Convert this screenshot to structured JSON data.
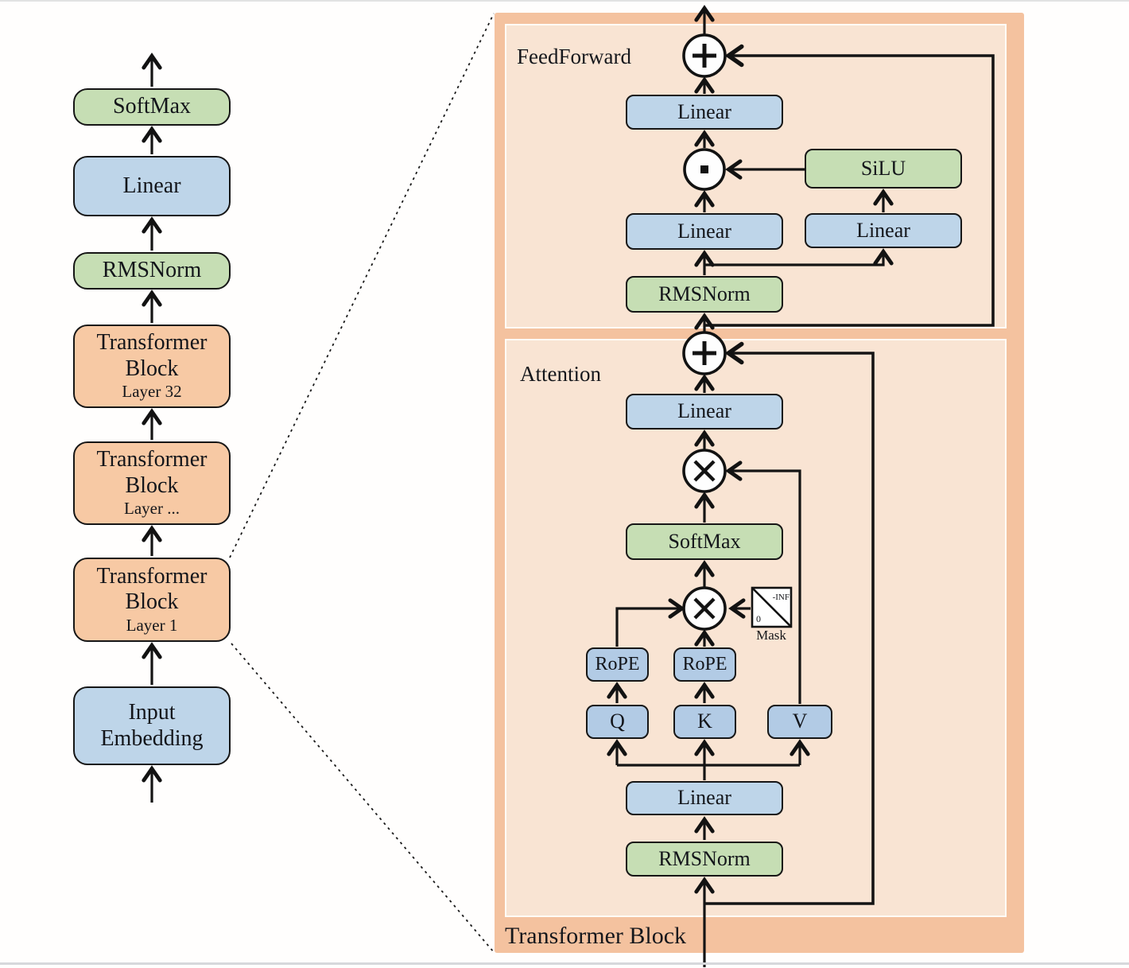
{
  "colors": {
    "box_blue": "#bed5e9",
    "box_blue_small": "#b2cbe5",
    "box_green": "#c6deb4",
    "box_orange": "#f7c9a4",
    "panel_outer": "#f4c29f",
    "panel_inner": "#f9e4d3",
    "line": "#141414"
  },
  "left_stack": {
    "top_softmax": "SoftMax",
    "top_linear": "Linear",
    "top_rmsnorm": "RMSNorm",
    "block_32": {
      "title": "Transformer Block",
      "layer": "Layer 32"
    },
    "block_mid": {
      "title": "Transformer Block",
      "layer": "Layer ..."
    },
    "block_1": {
      "title": "Transformer Block",
      "layer": "Layer 1"
    },
    "input_embedding": "Input Embedding"
  },
  "detail": {
    "panel_label": "Transformer Block",
    "feedforward": {
      "label": "FeedForward",
      "linear_out": "Linear",
      "silu": "SiLU",
      "linear_left": "Linear",
      "linear_right": "Linear",
      "rmsnorm": "RMSNorm"
    },
    "attention": {
      "label": "Attention",
      "linear_out": "Linear",
      "softmax": "SoftMax",
      "rope_q": "RoPE",
      "rope_k": "RoPE",
      "q": "Q",
      "k": "K",
      "v": "V",
      "mask_label": "Mask",
      "mask_inf": "-INF",
      "mask_zero": "0",
      "linear_in": "Linear",
      "rmsnorm": "RMSNorm"
    }
  }
}
